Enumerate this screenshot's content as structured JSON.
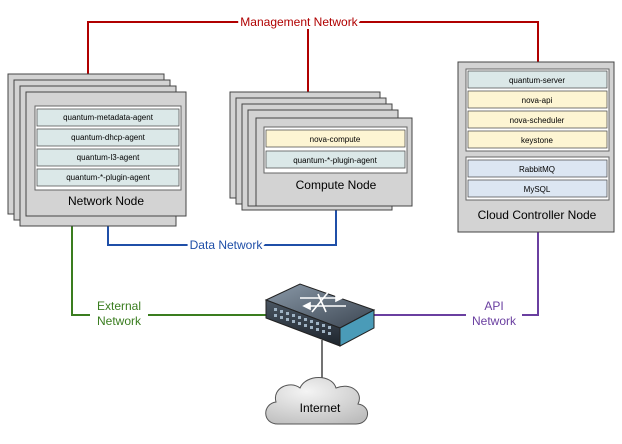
{
  "networks": {
    "management": {
      "label": "Management Network",
      "color": "#b00000"
    },
    "data": {
      "label": "Data Network",
      "color": "#1f4fa8"
    },
    "external": {
      "label_line1": "External",
      "label_line2": "Network",
      "color": "#3a7d1f"
    },
    "api": {
      "label_line1": "API",
      "label_line2": "Network",
      "color": "#6a3fa0"
    }
  },
  "network_node": {
    "title": "Network Node",
    "services": [
      "quantum-metadata-agent",
      "quantum-dhcp-agent",
      "quantum-l3-agent",
      "quantum-*-plugin-agent"
    ]
  },
  "compute_node": {
    "title": "Compute Node",
    "services": [
      "nova-compute",
      "quantum-*-plugin-agent"
    ]
  },
  "controller_node": {
    "title": "Cloud Controller Node",
    "services": [
      "quantum-server",
      "nova-api",
      "nova-scheduler",
      "keystone"
    ],
    "backends": [
      "RabbitMQ",
      "MySQL"
    ]
  },
  "internet": {
    "label": "Internet"
  },
  "colors": {
    "node_bg": "#d3d3d3",
    "node_border": "#444444",
    "service_teal": "#dbe8e8",
    "service_yellow": "#fdf5d3",
    "service_blue": "#dce6f2"
  }
}
